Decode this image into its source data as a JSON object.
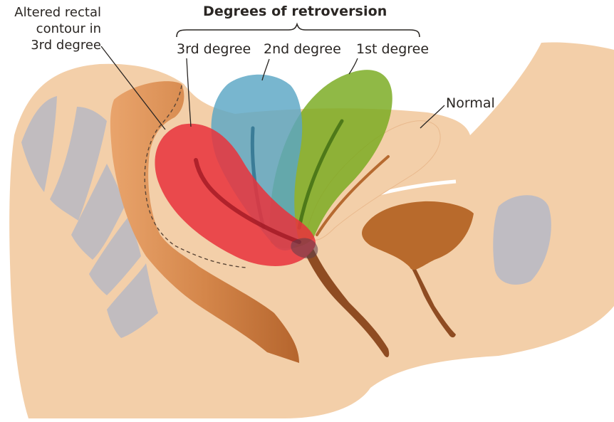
{
  "title": "Degrees of retroversion",
  "labels": {
    "third": "3rd degree",
    "second": "2nd degree",
    "first": "1st degree",
    "normal": "Normal",
    "altered": [
      "Altered rectal",
      "contour in",
      "3rd degree"
    ]
  },
  "colors": {
    "skin": "#f3cfa9",
    "third_degree_uterus": "#e8333d",
    "second_degree_uterus": "#5aa6c4",
    "first_degree_uterus": "#7aac1e",
    "rectum": "#c4773c",
    "bladder": "#b86a2c",
    "bone": "#b9b9c4"
  }
}
